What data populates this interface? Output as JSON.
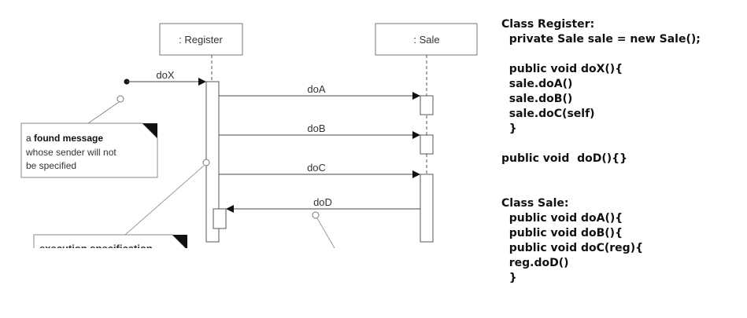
{
  "diagram": {
    "lifeline_register": ": Register",
    "lifeline_sale": ": Sale",
    "messages": {
      "dox": "doX",
      "doa": "doA",
      "dob": "doB",
      "doc": "doC",
      "dod": "doD"
    },
    "note_found": {
      "prefix": "a ",
      "bold": "found message",
      "line2": "whose sender will not",
      "line3": "be specified"
    },
    "note_exec": "execution specification"
  },
  "code_lines": [
    "Class Register:",
    "  private Sale sale = new Sale();",
    "",
    "  public void doX(){",
    "  sale.doA()",
    "  sale.doB()",
    "  sale.doC(self)",
    "  }",
    "",
    "public void  doD(){}",
    "",
    "",
    "Class Sale:",
    "  public void doA(){",
    "  public void doB(){",
    "  public void doC(reg){",
    "  reg.doD()",
    "  }"
  ]
}
